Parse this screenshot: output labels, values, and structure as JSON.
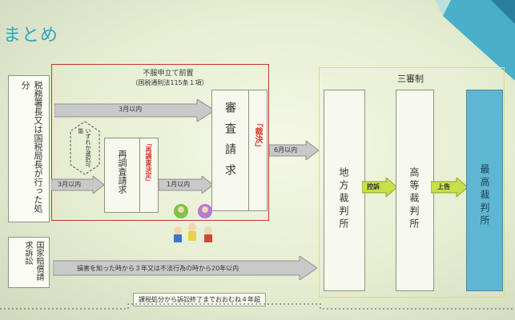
{
  "slide": {
    "title": "まとめ",
    "left_box_text": "税務署長又は国税局長が行った処分",
    "objection_heading": "不服申立て前置",
    "objection_sub": "（国税通則法115条１項）",
    "arrow_3months_top": "3月以内",
    "either_choice": "いずれか選択可能",
    "arrow_3months_left": "3月以内",
    "reinvestigation_request": "再調査請求",
    "reinvestigation_decision": "「再調査決定」",
    "arrow_1month": "1月以内",
    "review_request": "審査請求",
    "decision": "「裁決」",
    "arrow_6months": "6月以内",
    "three_tier": "三審制",
    "district_court": "地方裁判所",
    "appeal_koso": "控訴",
    "high_court": "高等裁判所",
    "appeal_jokoku": "上告",
    "supreme_court": "最高裁判所",
    "state_compensation": "国家賠償請求訴訟",
    "compensation_note": "損害を知った時から３年又は不法行為の時から20年以内",
    "footer_note": "課税処分から訴訟終了までおおむね４年超",
    "colors": {
      "title": "#2fa3c8",
      "red_text": "#d03a2a",
      "arrow_gray": "#c9c9c9",
      "green_arrow": "#c7e04a",
      "supreme_fill": "#5fb6d3"
    }
  }
}
